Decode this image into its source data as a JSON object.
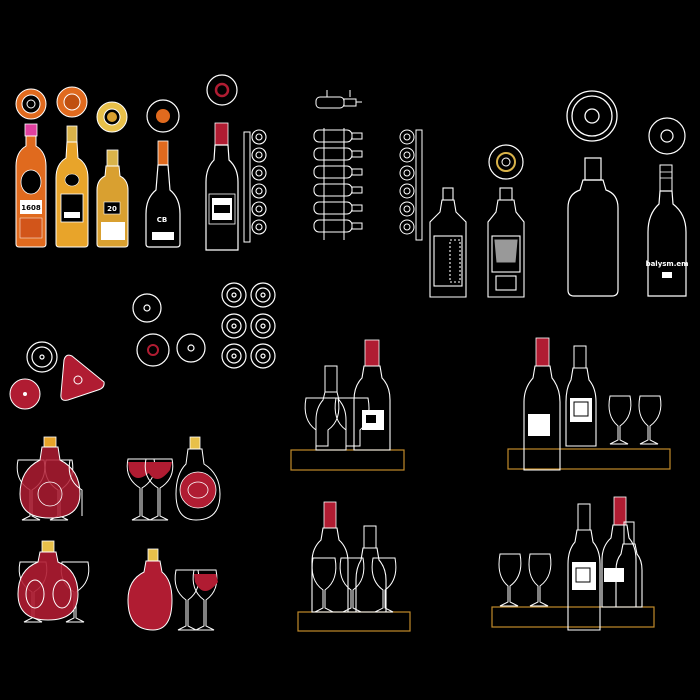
{
  "colors": {
    "background": "#000000",
    "outline": "#ffffff",
    "wine_red": "#b01c32",
    "dark_red": "#7a1020",
    "orange": "#e06a1e",
    "amber": "#e8a42a",
    "gold": "#d9b34a",
    "yellow": "#e8c04a",
    "pink": "#e040a0",
    "shelf_edge": "#c08a2a"
  },
  "labels": {
    "bottle_1": "1608",
    "bottle_3": "20",
    "bottle_4": "CB",
    "bottle_tall": "balysm.em"
  },
  "drawing_elements": [
    "bottle-cap-icon",
    "liquor-bottle-icon",
    "champagne-bottle-icon",
    "wine-bottle-icon",
    "wine-rack-icon",
    "whisky-bottle-icon",
    "wine-glass-icon",
    "display-shelf-icon",
    "decanter-icon",
    "coaster-icon"
  ]
}
